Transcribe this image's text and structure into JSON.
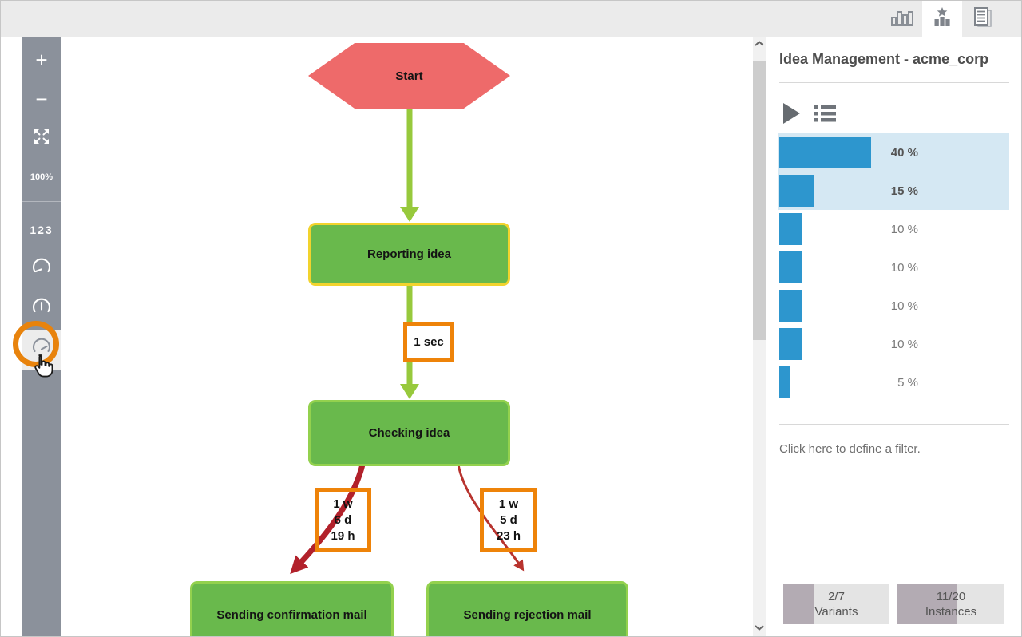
{
  "topbar": {
    "tabs": [
      {
        "icon": "bar-chart-icon",
        "active": false
      },
      {
        "icon": "star-chart-icon",
        "active": true
      },
      {
        "icon": "document-icon",
        "active": false
      }
    ]
  },
  "sidebar": {
    "zoom_in_label": "+",
    "zoom_out_label": "−",
    "fit_icon": "expand-icon",
    "zoom_level": "100%",
    "numbers_label": "123",
    "gauge_icons": [
      "gauge-left-icon",
      "gauge-up-icon",
      "gauge-right-icon"
    ],
    "highlight_color": "#e8830d"
  },
  "flowchart": {
    "nodes": [
      {
        "id": "start",
        "label": "Start",
        "shape": "hexagon",
        "color": "#ee6a6a"
      },
      {
        "id": "reporting-idea",
        "label": "Reporting idea",
        "shape": "rect",
        "color": "#69b94c",
        "border": "#f2d32d"
      },
      {
        "id": "checking-idea",
        "label": "Checking idea",
        "shape": "rect",
        "color": "#69b94c",
        "border": "#93d14e"
      },
      {
        "id": "sending-confirmation-mail",
        "label": "Sending confirmation mail",
        "shape": "rect",
        "color": "#69b94c",
        "border": "#93d14e"
      },
      {
        "id": "sending-rejection-mail",
        "label": "Sending rejection mail",
        "shape": "rect",
        "color": "#69b94c",
        "border": "#93d14e"
      }
    ],
    "edge_labels": [
      {
        "id": "reporting-to-checking",
        "lines": [
          "1 sec"
        ]
      },
      {
        "id": "checking-to-confirmation",
        "lines": [
          "1 w",
          "6 d",
          "19 h"
        ]
      },
      {
        "id": "checking-to-rejection",
        "lines": [
          "1 w",
          "5 d",
          "23 h"
        ]
      }
    ],
    "edge_colors": {
      "green": "#97c93c",
      "thick_red": "#b2212b",
      "thin_red": "#b8332e",
      "label_border": "#ee8309"
    }
  },
  "right_panel": {
    "title": "Idea Management - acme_corp",
    "icons": [
      "play-icon",
      "list-icon"
    ],
    "variants": [
      {
        "pct": 40,
        "label": "40 %",
        "selected": true
      },
      {
        "pct": 15,
        "label": "15 %",
        "selected": true
      },
      {
        "pct": 10,
        "label": "10 %",
        "selected": false
      },
      {
        "pct": 10,
        "label": "10 %",
        "selected": false
      },
      {
        "pct": 10,
        "label": "10 %",
        "selected": false
      },
      {
        "pct": 10,
        "label": "10 %",
        "selected": false
      },
      {
        "pct": 5,
        "label": "5 %",
        "selected": false
      }
    ],
    "bar_color": "#2d96ce",
    "selection_color": "#d5e8f3",
    "filter_text": "Click here to define a filter.",
    "stats": [
      {
        "value": "2/7",
        "label": "Variants",
        "fill_pct": 28.6
      },
      {
        "value": "11/20",
        "label": "Instances",
        "fill_pct": 55
      }
    ]
  }
}
